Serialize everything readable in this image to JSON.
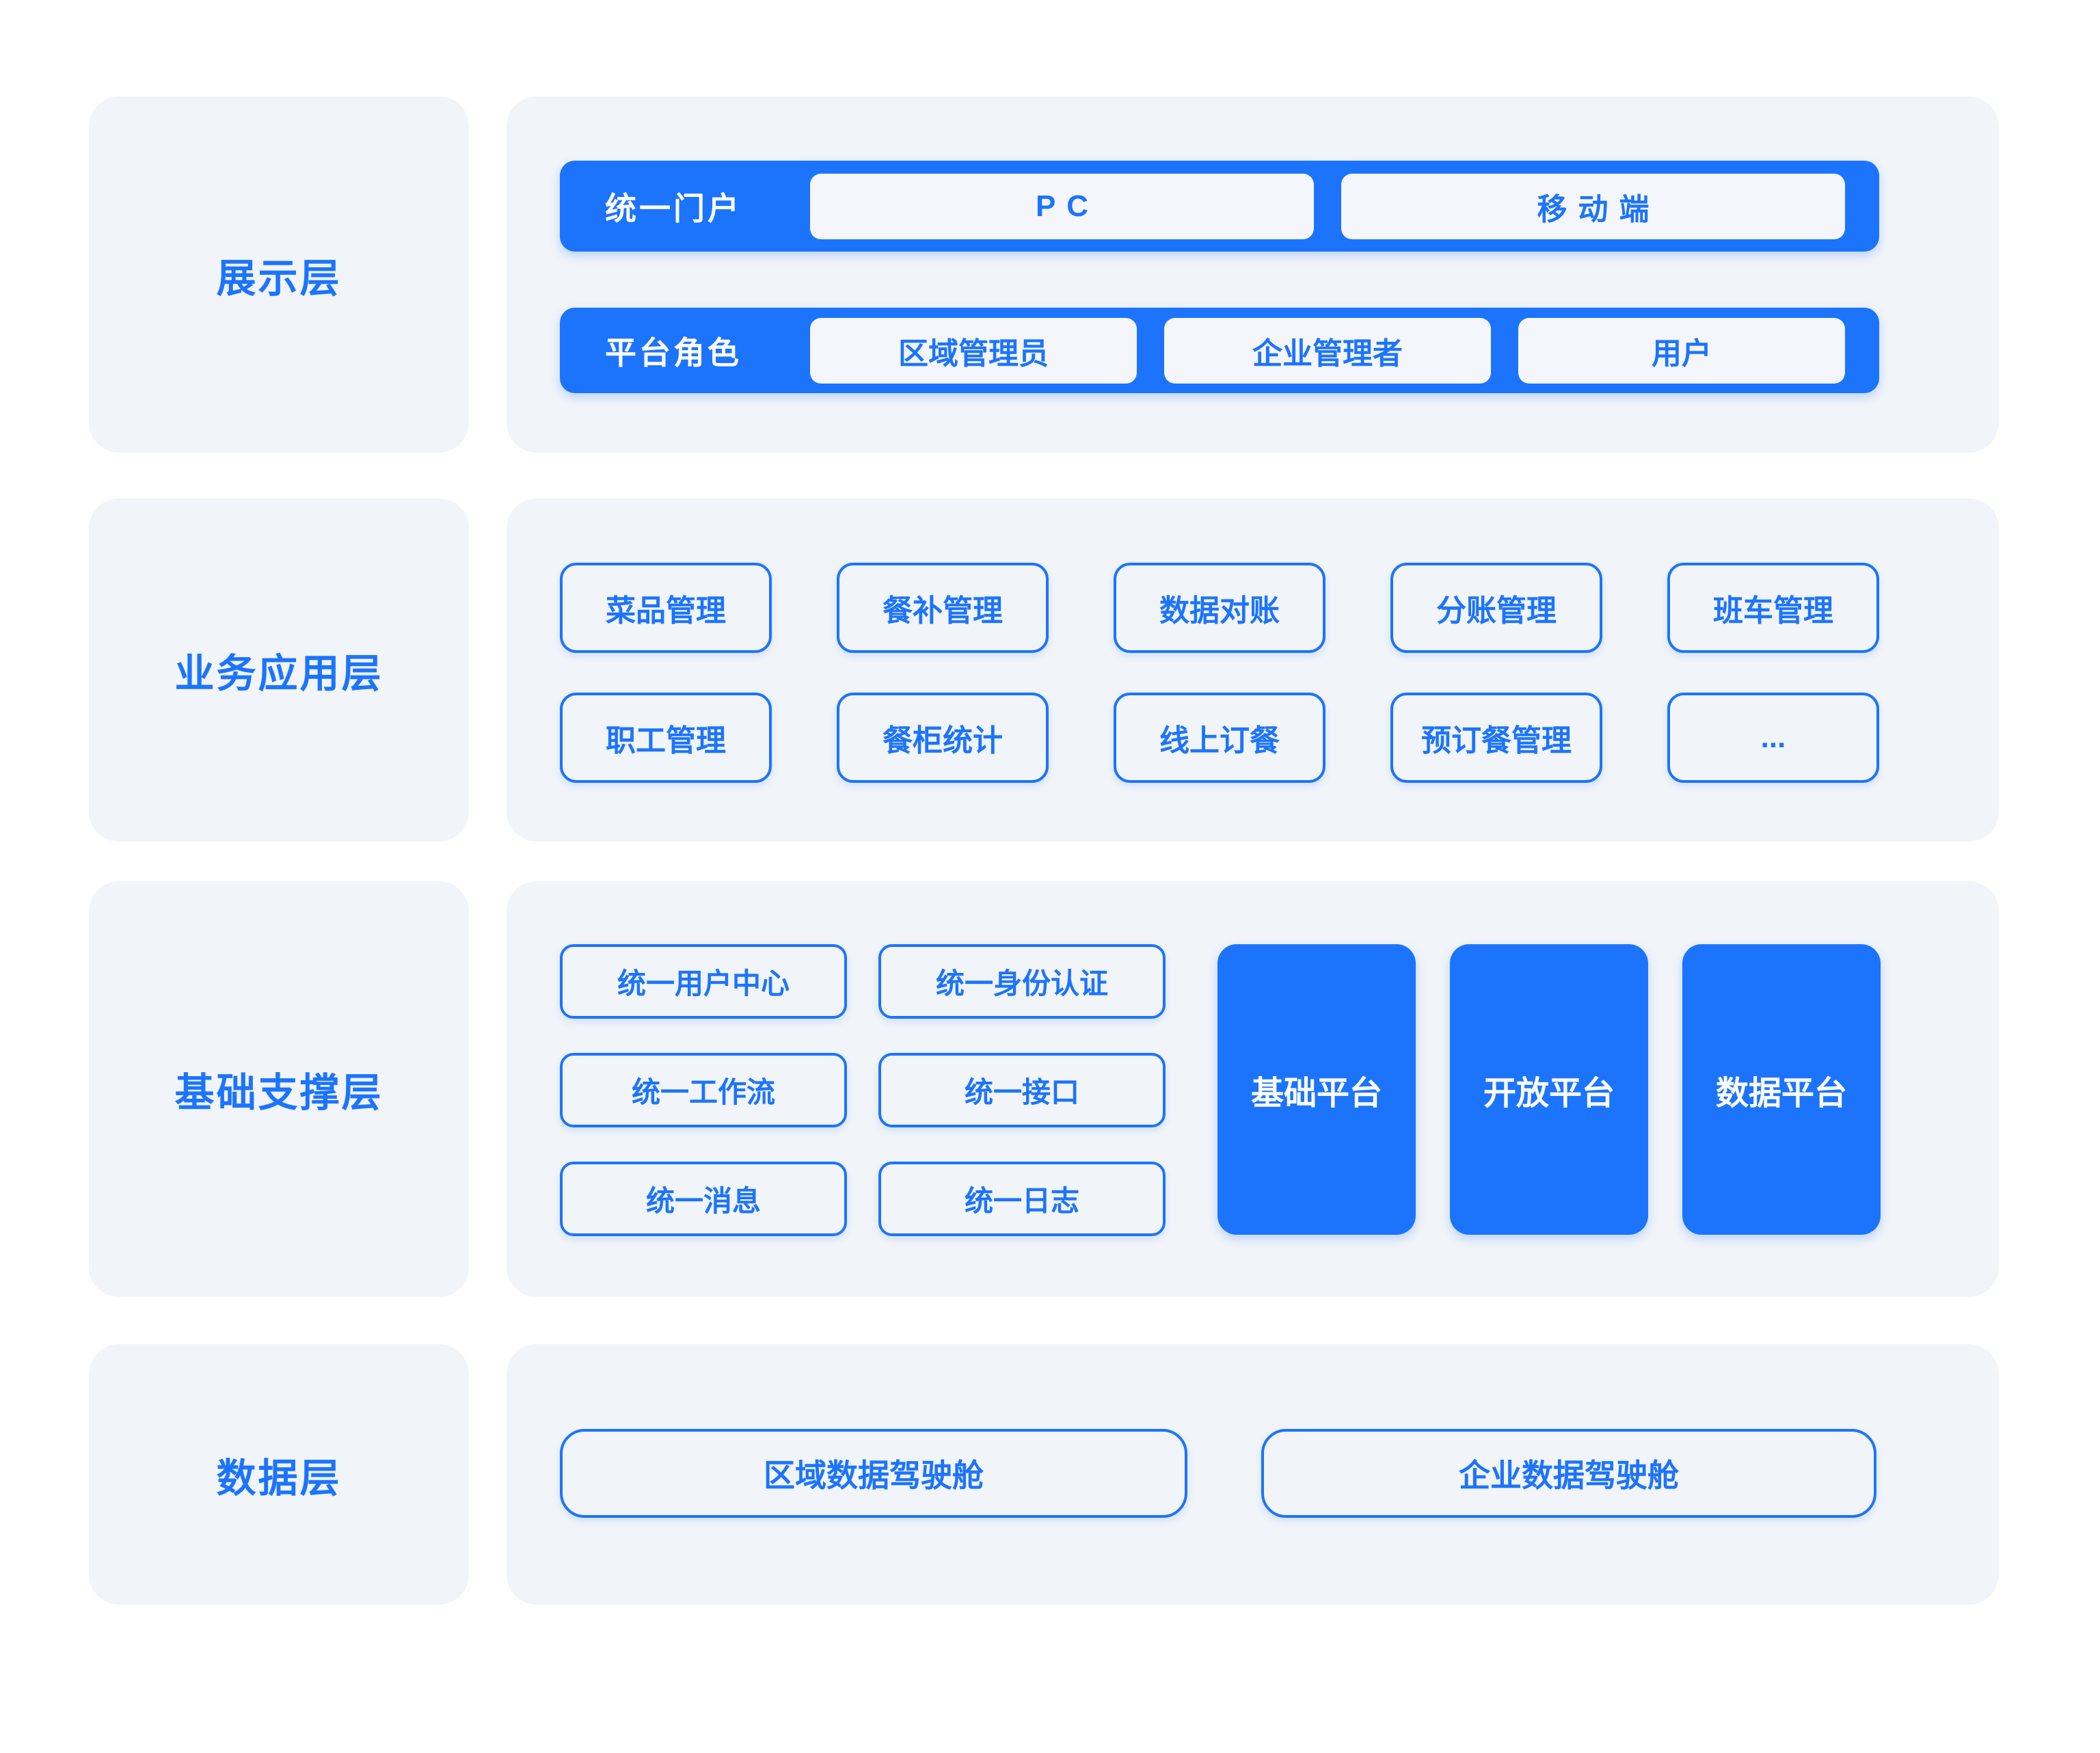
{
  "colors": {
    "accent_blue": "#1c74fc",
    "panel_background": "#f1f4f9",
    "chip_background": "#f4f6fb",
    "page_background": "#ffffff",
    "text_on_blue": "#ffffff"
  },
  "presentation": {
    "layer_label": "展示层",
    "portal": {
      "title": "统一门户",
      "items": [
        "PC",
        "移动端"
      ]
    },
    "roles": {
      "title": "平台角色",
      "items": [
        "区域管理员",
        "企业管理者",
        "用户"
      ]
    }
  },
  "business": {
    "layer_label": "业务应用层",
    "row1": [
      "菜品管理",
      "餐补管理",
      "数据对账",
      "分账管理",
      "班车管理"
    ],
    "row2": [
      "职工管理",
      "餐柜统计",
      "线上订餐",
      "预订餐管理",
      "..."
    ]
  },
  "foundation": {
    "layer_label": "基础支撑层",
    "services": [
      "统一用户中心",
      "统一身份认证",
      "统一工作流",
      "统一接口",
      "统一消息",
      "统一日志"
    ],
    "platforms": [
      "基础平台",
      "开放平台",
      "数据平台"
    ]
  },
  "data_layer": {
    "layer_label": "数据层",
    "items": [
      "区域数据驾驶舱",
      "企业数据驾驶舱"
    ]
  }
}
